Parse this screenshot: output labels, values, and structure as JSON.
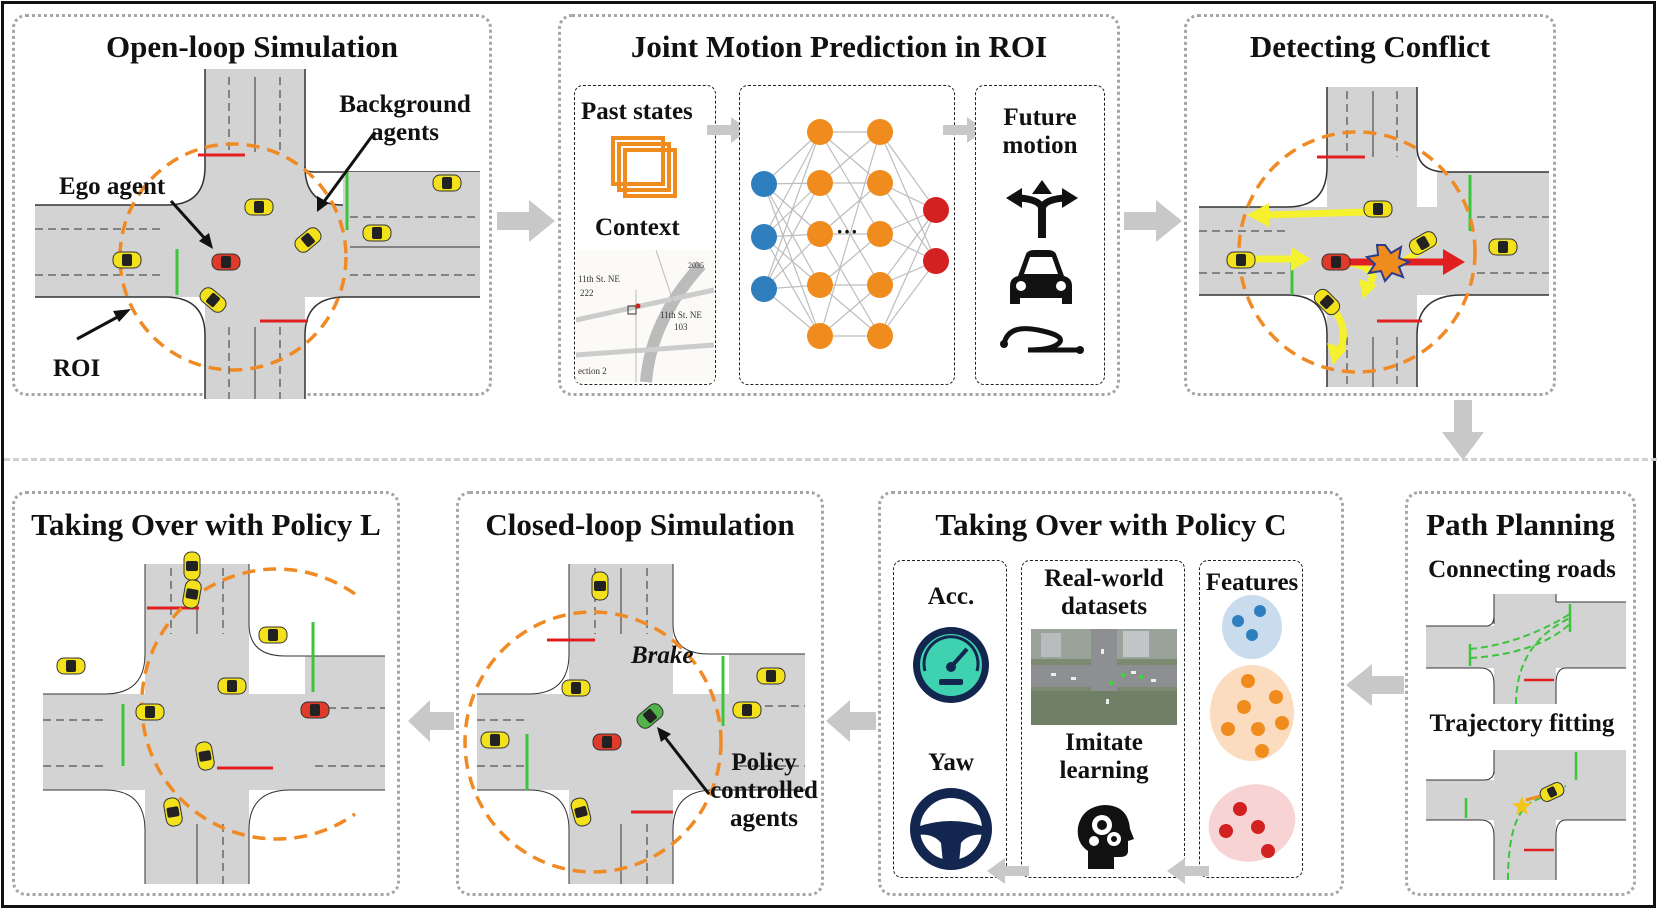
{
  "panels": {
    "open_loop": {
      "title": "Open-loop Simulation",
      "ego_label": "Ego agent",
      "background_label": "Background agents",
      "roi_label": "ROI"
    },
    "joint_motion": {
      "title": "Joint Motion Prediction in ROI",
      "past_states": "Past states",
      "context": "Context",
      "future_motion": "Future motion",
      "ellipsis": "···",
      "map_texts": [
        "11th St. NE",
        "222",
        "11th St. NE",
        "103",
        "2035",
        "ection 2"
      ]
    },
    "detecting": {
      "title": "Detecting Conflict"
    },
    "path_planning": {
      "title": "Path Planning",
      "connecting_roads": "Connecting roads",
      "trajectory_fitting": "Trajectory fitting"
    },
    "policy_c": {
      "title": "Taking Over with Policy C",
      "acc": "Acc.",
      "yaw": "Yaw",
      "real_world": "Real-world datasets",
      "imitate": "Imitate learning",
      "features": "Features"
    },
    "closed_loop": {
      "title": "Closed-loop Simulation",
      "brake": "Brake",
      "policy_agents": "Policy controlled agents"
    },
    "policy_l": {
      "title": "Taking Over with Policy L"
    }
  },
  "colors": {
    "roi": "#f08a24",
    "ego": "#e03a2a",
    "agent": "#f3e21b",
    "green": "#3dc43d",
    "red_line": "#e02020",
    "blue_node": "#2f7fbf",
    "orange_node": "#f08c1e",
    "red_node": "#d32020",
    "arrow_gray": "#c8c8c8",
    "icon_navy": "#13264f",
    "gauge_teal": "#3fd2b0"
  },
  "icons": [
    "map-icon",
    "layers-icon",
    "split-arrow-icon",
    "car-icon",
    "curvy-road-icon",
    "speedometer-icon",
    "steering-wheel-icon",
    "head-gears-icon",
    "collision-icon",
    "star-icon"
  ]
}
